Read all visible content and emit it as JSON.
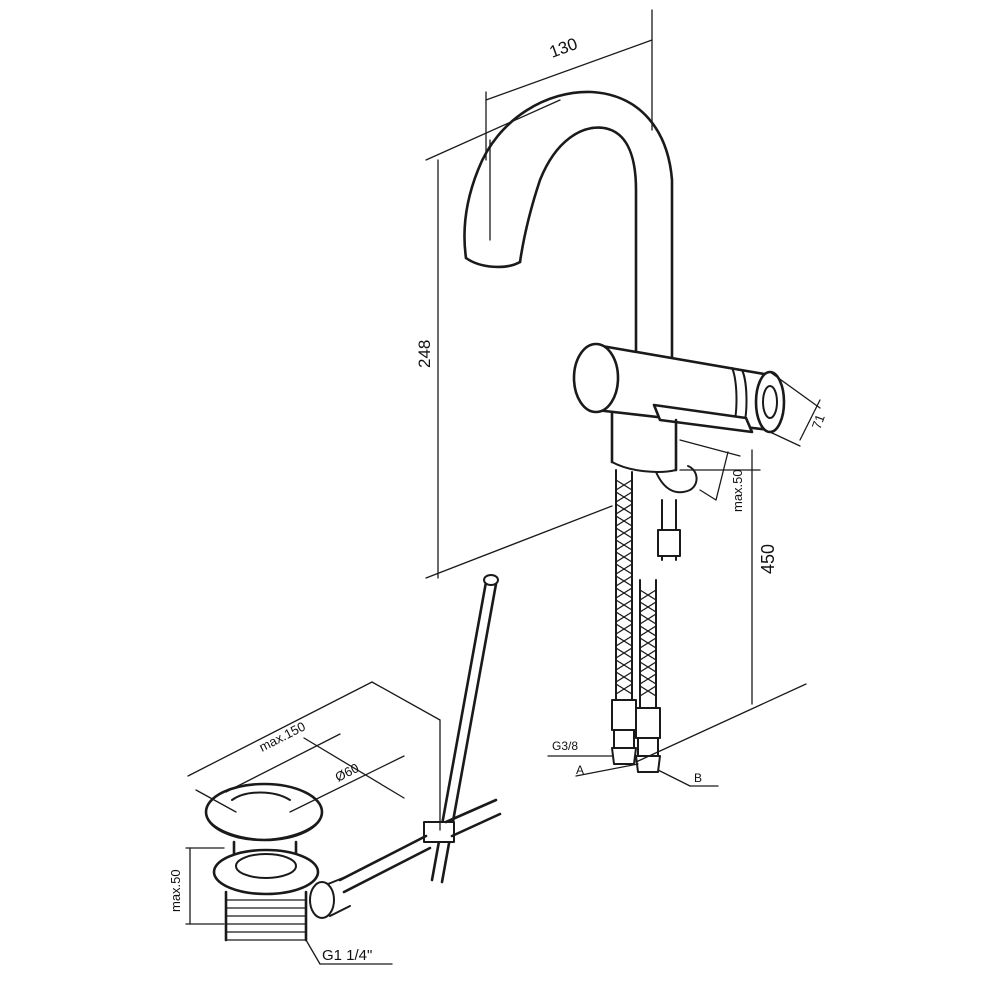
{
  "dimensions": {
    "spout_reach": "130",
    "faucet_height": "248",
    "handle_height": "71",
    "body_to_deck_max": "max.50",
    "hose_length": "450",
    "connection_thread": "G3/8",
    "hose_a": "A",
    "hose_b": "B",
    "drain_length": "max.150",
    "drain_diameter": "Ø60",
    "drain_height": "max.50",
    "drain_thread": "G1 1/4\""
  },
  "colors": {
    "line": "#1a1a1a",
    "background": "#ffffff"
  }
}
